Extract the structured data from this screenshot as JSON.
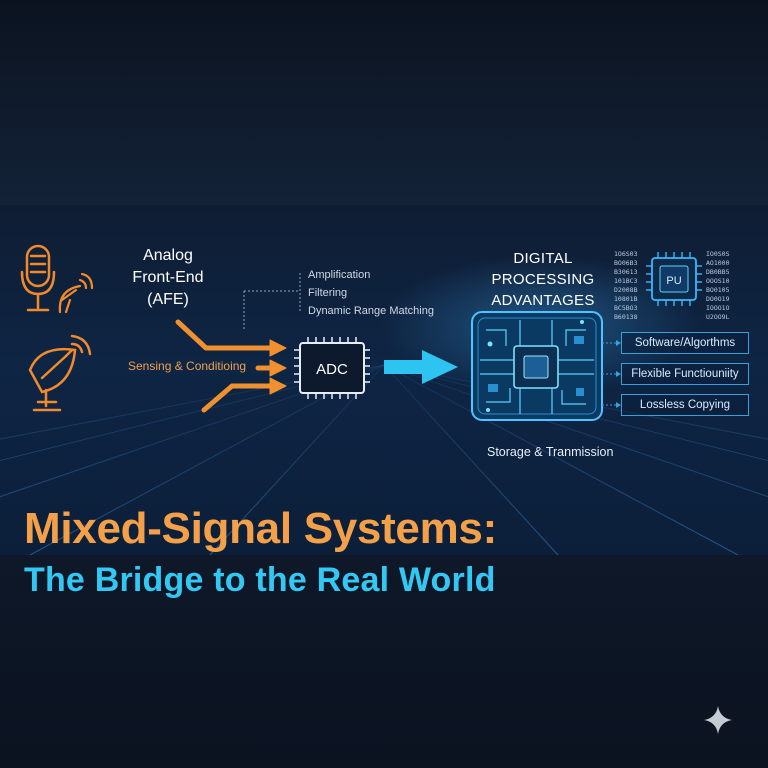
{
  "afe": {
    "title_lines": [
      "Analog",
      "Front-End",
      "(AFE)"
    ],
    "functions": [
      "Amplification",
      "Filtering",
      "Dynamic Range Matching"
    ],
    "sensing_label": "Sensing & Conditioing"
  },
  "adc_label": "ADC",
  "digital": {
    "title_lines": [
      "DIGITAL",
      "PROCESSING",
      "ADVANTAGES"
    ],
    "cpu_label": "PU",
    "advantages": [
      "Software/Algorthms",
      "Flexible Functiouniity",
      "Lossless Copying"
    ],
    "storage_label": "Storage & Tranmission",
    "hex_left": [
      "1O6S03",
      "BO06B3",
      "B30613",
      "101BC3",
      "D2008B",
      "10801B",
      "BC5BO3",
      "B60138"
    ],
    "hex_right": [
      "IO0S0S",
      "AO1000",
      "DB0BB5",
      "OOOS10",
      "BO0105",
      "DO0O19",
      "IOOO1O",
      "U2OO9L"
    ]
  },
  "headline": {
    "line1": "Mixed-Signal Systems:",
    "line2": "The Bridge to the Real World"
  },
  "colors": {
    "orange": "#f3a048",
    "cyan": "#33c8f4",
    "background": "#0c1524"
  },
  "icons": [
    "microphone-icon",
    "satellite-dish-icon",
    "adc-chip-icon",
    "circuit-board-icon",
    "cpu-chip-icon",
    "sparkle-icon"
  ]
}
